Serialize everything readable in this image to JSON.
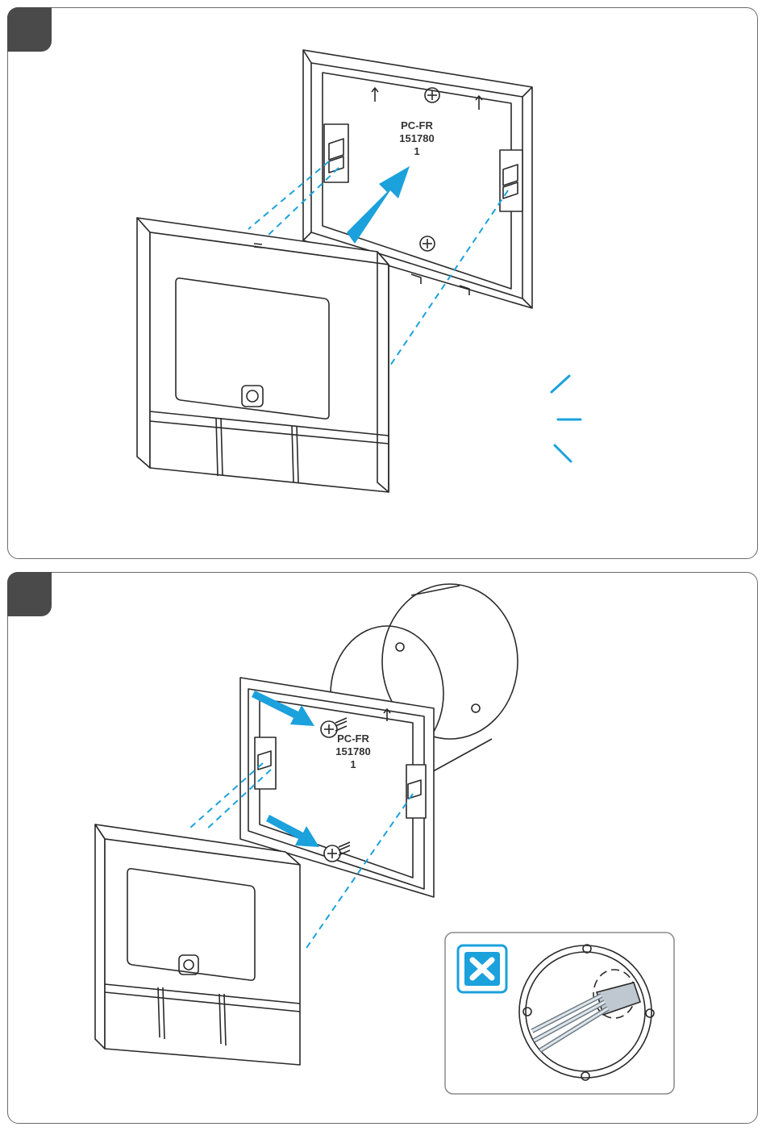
{
  "colors": {
    "accent": "#1ba1dc",
    "line": "#2a2a2a",
    "step_tab": "#4a4a4a",
    "frame": "#6b6b6b"
  },
  "steps": [
    {
      "base_label": [
        "PC-FR",
        "151780",
        "1"
      ]
    },
    {
      "base_label": [
        "PC-FR",
        "151780",
        "1"
      ],
      "inset_icon": "cross-icon"
    }
  ]
}
